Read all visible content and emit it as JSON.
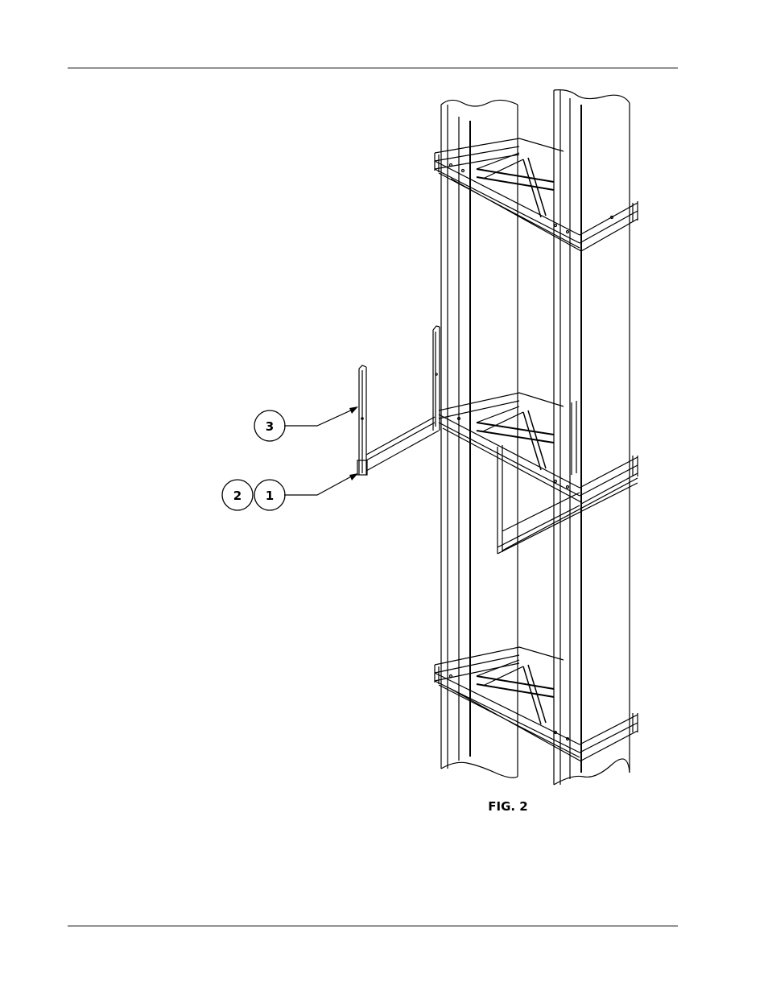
{
  "figure": {
    "caption": "FIG. 2",
    "callouts": [
      {
        "id": "callout-3",
        "label": "3"
      },
      {
        "id": "callout-2",
        "label": "2"
      },
      {
        "id": "callout-1",
        "label": "1"
      }
    ]
  }
}
